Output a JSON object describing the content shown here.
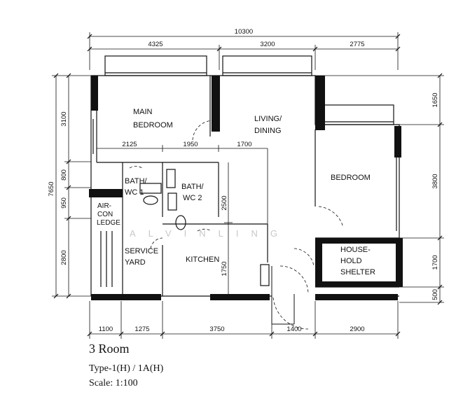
{
  "dimensions": {
    "top_total": "10300",
    "top_segments": [
      "4325",
      "3200",
      "2775"
    ],
    "left_total": "7650",
    "left_segments": [
      "3100",
      "800",
      "950",
      "2800"
    ],
    "right_segments": [
      "1650",
      "3800",
      "1700",
      "500"
    ],
    "bottom_segments": [
      "1100",
      "1275",
      "3750",
      "1400",
      "2900"
    ],
    "inner_row": [
      "2125",
      "1950",
      "1700"
    ],
    "inner_vertical": [
      "2500",
      "1750"
    ]
  },
  "rooms": {
    "main_bedroom": [
      "MAIN",
      "BEDROOM"
    ],
    "living_dining": [
      "LIVING/",
      "DINING"
    ],
    "bath_wc1": [
      "BATH/",
      "WC 1"
    ],
    "bath_wc2": [
      "BATH/",
      "WC 2"
    ],
    "bedroom": [
      "BEDROOM"
    ],
    "aircon_ledge": [
      "AIR-",
      "CON",
      "LEDGE"
    ],
    "service_yard": [
      "SERVICE",
      "YARD"
    ],
    "kitchen": [
      "KITCHEN"
    ],
    "household_shelter": [
      "HOUSE-",
      "HOLD",
      "SHELTER"
    ]
  },
  "watermark": "ALVINLING",
  "caption": {
    "title": "3 Room",
    "type": "Type-1(H)  / 1A(H)",
    "scale": "Scale: 1:100"
  }
}
